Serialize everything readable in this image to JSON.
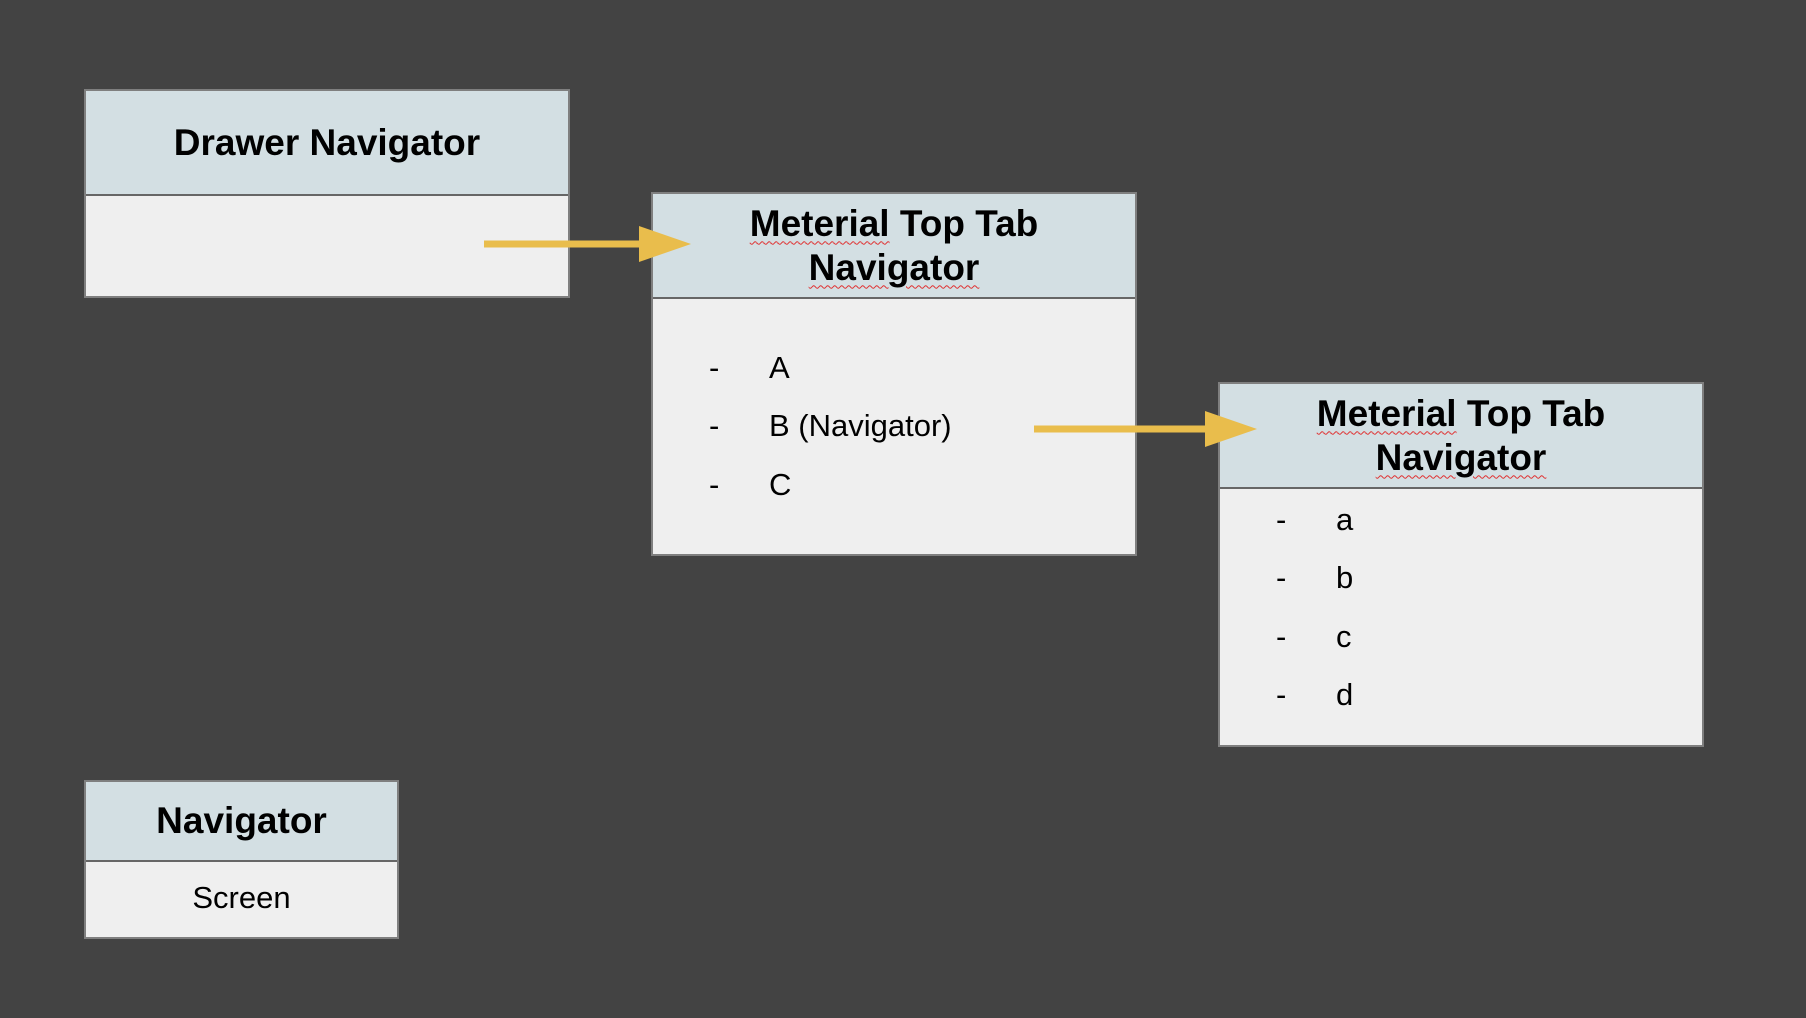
{
  "colors": {
    "background": "#434343",
    "header_fill": "#d3dfe3",
    "body_fill": "#efefef",
    "border": "#7f7f7f",
    "arrow": "#e9bd4c",
    "spellcheck_underline": "#e03030"
  },
  "drawer": {
    "title": "Drawer Navigator"
  },
  "top_tab_1": {
    "title_line1_word1": "Meterial",
    "title_line1_rest": " Top Tab",
    "title_line2": "Navigator",
    "items": [
      {
        "dash": "-",
        "label": "A"
      },
      {
        "dash": "-",
        "label": "B (Navigator)"
      },
      {
        "dash": "-",
        "label": "C"
      }
    ]
  },
  "top_tab_2": {
    "title_line1_word1": "Meterial",
    "title_line1_rest": " Top Tab",
    "title_line2": "Navigator",
    "items": [
      {
        "dash": "-",
        "label": "a"
      },
      {
        "dash": "-",
        "label": "b"
      },
      {
        "dash": "-",
        "label": "c"
      },
      {
        "dash": "-",
        "label": "d"
      }
    ]
  },
  "legend": {
    "title": "Navigator",
    "body": "Screen"
  },
  "arrows": [
    {
      "from": "drawer",
      "to": "top_tab_1"
    },
    {
      "from": "top_tab_1.item_B",
      "to": "top_tab_2"
    }
  ]
}
